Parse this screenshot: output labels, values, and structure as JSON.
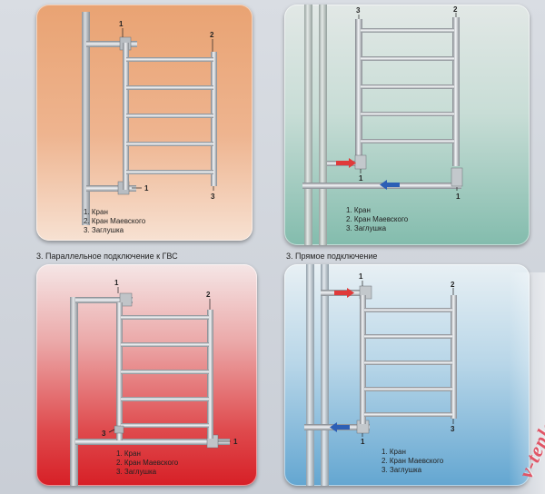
{
  "panels": [
    {
      "id": "top-left",
      "numbers": {
        "valve_top": "1",
        "mayevsky": "2",
        "valve_bottom": "1",
        "plug": "3"
      },
      "legend": [
        "1. Кран",
        "2. Кран Маевского",
        "3. Заглушка"
      ],
      "colors": {
        "bg_top": "#e7a070",
        "bg_bottom": "#f6dccb"
      }
    },
    {
      "id": "top-right",
      "numbers": {
        "plug": "3",
        "mayevsky": "2",
        "valve_left": "1",
        "valve_right": "1"
      },
      "legend": [
        "1. Кран",
        "2. Кран Маевского",
        "3. Заглушка"
      ],
      "colors": {
        "bg_top": "#dfe6e4",
        "bg_bottom": "#7fb9a9"
      },
      "arrows": {
        "supply": "#e03a3a",
        "return": "#2d5fb5"
      }
    },
    {
      "id": "bottom-left",
      "caption": "3. Параллельное подключение к ГВС",
      "numbers": {
        "valve_top": "1",
        "mayevsky": "2",
        "plug": "3",
        "valve_bottom": "1"
      },
      "legend": [
        "1. Кран",
        "2. Кран Маевского",
        "3. Заглушка"
      ],
      "colors": {
        "bg_top": "#f3dede",
        "bg_bottom": "#d8242a"
      }
    },
    {
      "id": "bottom-right",
      "caption": "3. Прямое подключение",
      "numbers": {
        "valve_top": "1",
        "mayevsky": "2",
        "valve_bottom": "1",
        "plug": "3"
      },
      "legend": [
        "1. Кран",
        "2. Кран Маевского",
        "3. Заглушка"
      ],
      "colors": {
        "bg_top": "#e6eef3",
        "bg_bottom": "#5fa3cf"
      },
      "arrows": {
        "supply": "#e03a3a",
        "return": "#2d5fb5"
      }
    }
  ],
  "watermark": "v-teplo.ru"
}
